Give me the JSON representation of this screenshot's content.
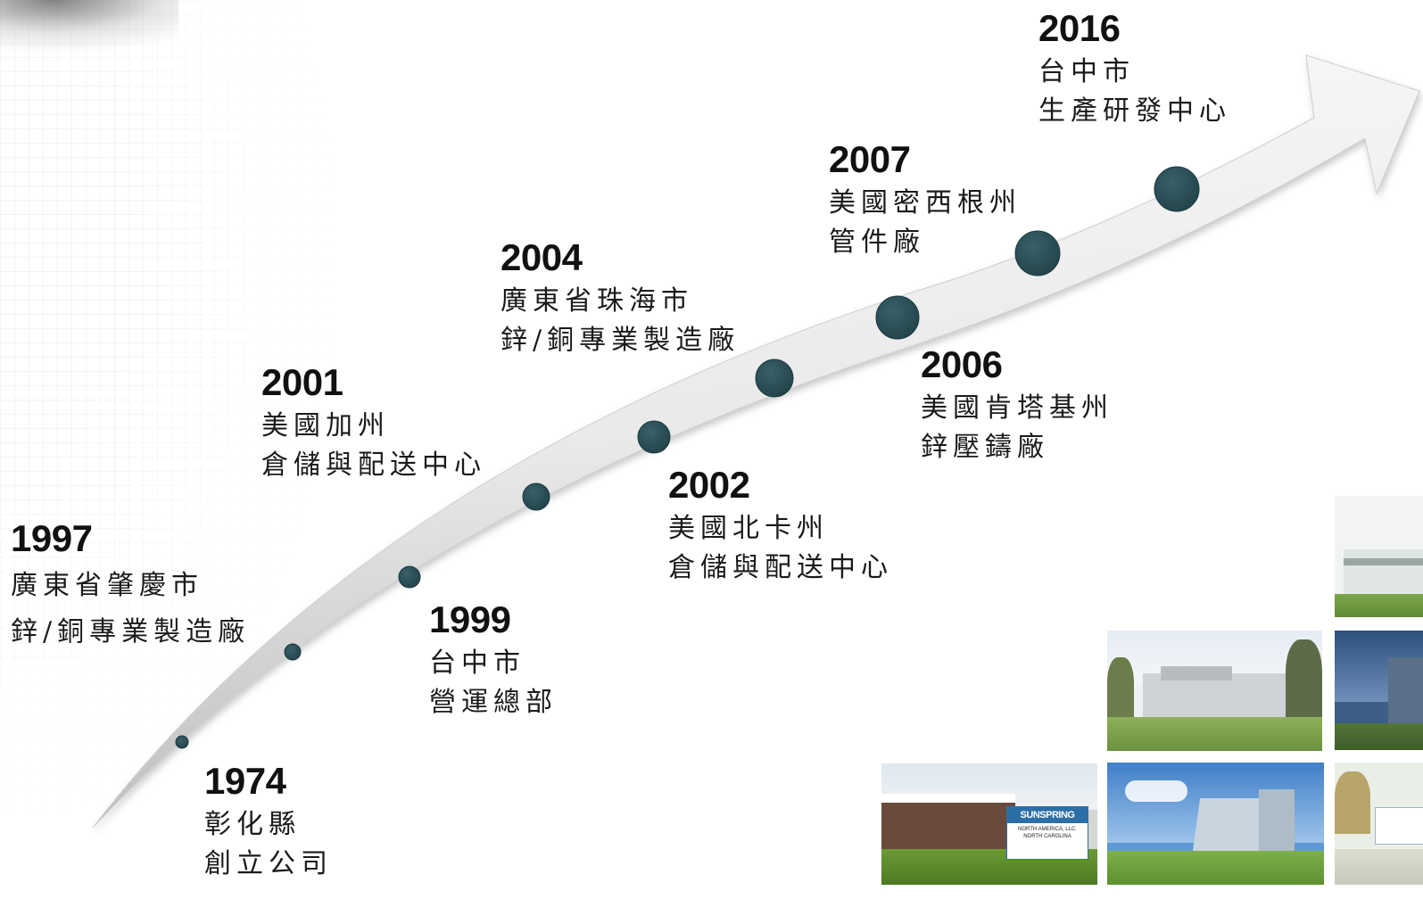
{
  "milestones": [
    {
      "year": "1974",
      "lines": [
        "彰化縣",
        "創立公司"
      ]
    },
    {
      "year": "1997",
      "lines": [
        "廣東省肇慶市",
        "鋅/銅專業製造廠"
      ]
    },
    {
      "year": "1999",
      "lines": [
        "台中市",
        "營運總部"
      ]
    },
    {
      "year": "2001",
      "lines": [
        "美國加州",
        "倉儲與配送中心"
      ]
    },
    {
      "year": "2002",
      "lines": [
        "美國北卡州",
        "倉儲與配送中心"
      ]
    },
    {
      "year": "2004",
      "lines": [
        "廣東省珠海市",
        "鋅/銅專業製造廠"
      ]
    },
    {
      "year": "2006",
      "lines": [
        "美國肯塔基州",
        "鋅壓鑄廠"
      ]
    },
    {
      "year": "2007",
      "lines": [
        "美國密西根州",
        "管件廠"
      ]
    },
    {
      "year": "2016",
      "lines": [
        "台中市",
        "生產研發中心"
      ]
    }
  ],
  "photos": {
    "sunspring_sign": [
      "SUNSPRING",
      "NORTH AMERICA, LLC.",
      "NORTH CAROLINA"
    ]
  },
  "colors": {
    "node": "#2a4e55",
    "arrow_light": "#f4f4f4",
    "arrow_shadow": "#b9b9b9",
    "text": "#1a1a1a"
  }
}
